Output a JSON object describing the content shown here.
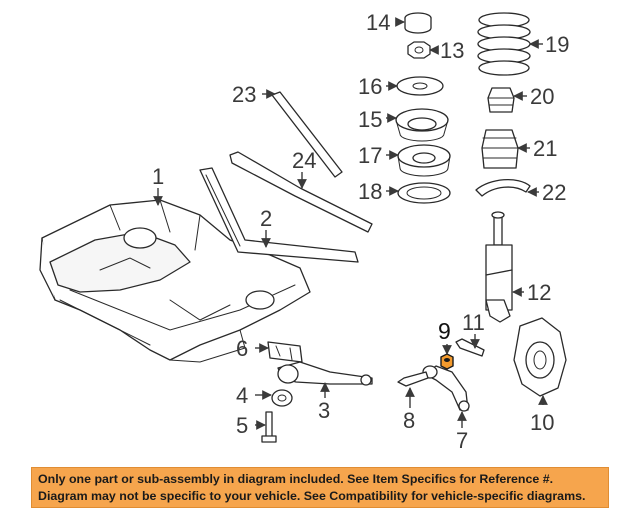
{
  "diagram": {
    "callouts": [
      {
        "id": "callout-1",
        "label": "1"
      },
      {
        "id": "callout-2",
        "label": "2"
      },
      {
        "id": "callout-3",
        "label": "3"
      },
      {
        "id": "callout-4",
        "label": "4"
      },
      {
        "id": "callout-5",
        "label": "5"
      },
      {
        "id": "callout-6",
        "label": "6"
      },
      {
        "id": "callout-7",
        "label": "7"
      },
      {
        "id": "callout-8",
        "label": "8"
      },
      {
        "id": "callout-9",
        "label": "9"
      },
      {
        "id": "callout-10",
        "label": "10"
      },
      {
        "id": "callout-11",
        "label": "11"
      },
      {
        "id": "callout-12",
        "label": "12"
      },
      {
        "id": "callout-13",
        "label": "13"
      },
      {
        "id": "callout-14",
        "label": "14"
      },
      {
        "id": "callout-15",
        "label": "15"
      },
      {
        "id": "callout-16",
        "label": "16"
      },
      {
        "id": "callout-17",
        "label": "17"
      },
      {
        "id": "callout-18",
        "label": "18"
      },
      {
        "id": "callout-19",
        "label": "19"
      },
      {
        "id": "callout-20",
        "label": "20"
      },
      {
        "id": "callout-21",
        "label": "21"
      },
      {
        "id": "callout-22",
        "label": "22"
      },
      {
        "id": "callout-23",
        "label": "23"
      },
      {
        "id": "callout-24",
        "label": "24"
      }
    ],
    "highlight_color": "#f39a2d"
  },
  "disclaimer": {
    "line1": "Only one part or sub-assembly in diagram included. See Item Specifics for Reference #.",
    "line2": "Diagram may not be specific to your vehicle. See Compatibility for vehicle-specific diagrams."
  }
}
